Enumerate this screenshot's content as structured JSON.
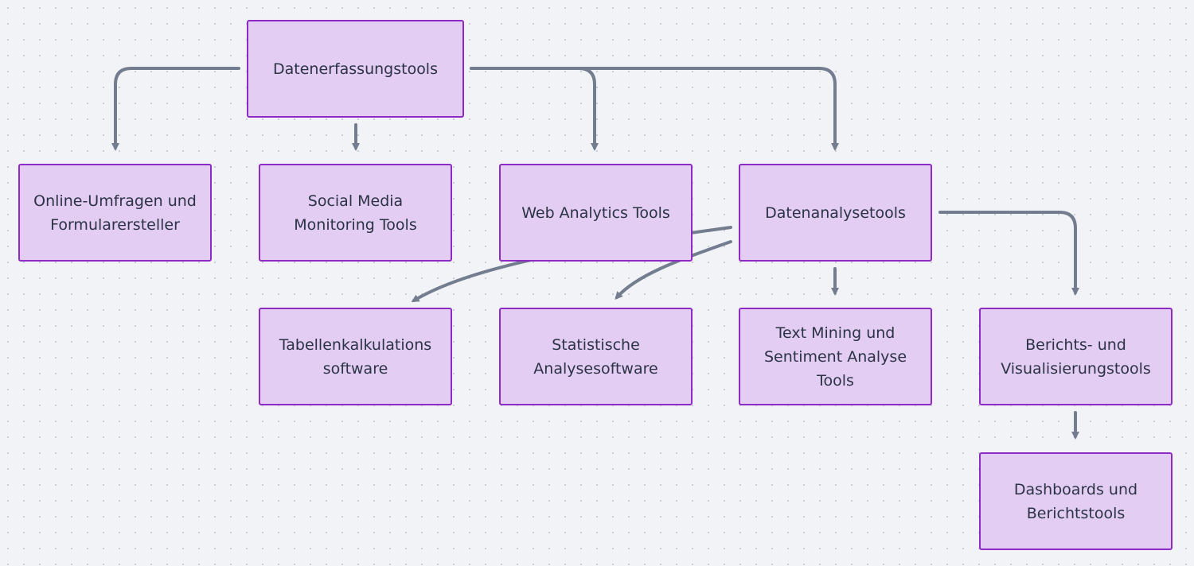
{
  "colors": {
    "background": "#f1f3f6",
    "node_fill": "#e3cdf3",
    "node_border": "#8e2bc4",
    "edge": "#737d8f",
    "text": "#2b3345"
  },
  "nodes": {
    "datenerfassung": "Datenerfassungstools",
    "umfragen": "Online-Umfragen und\nFormularersteller",
    "social": "Social Media\nMonitoring Tools",
    "web": "Web Analytics Tools",
    "datenanalyse": "Datenanalysetools",
    "tabellen": "Tabellenkalkulations\nsoftware",
    "statistik": "Statistische\nAnalysesoftware",
    "textmining": "Text Mining und\nSentiment Analyse\nTools",
    "bericht": "Berichts- und\nVisualisierungstools",
    "dashboards": "Dashboards und\nBerichtstools"
  },
  "edges": [
    {
      "from": "datenerfassung",
      "to": "umfragen"
    },
    {
      "from": "datenerfassung",
      "to": "social"
    },
    {
      "from": "datenerfassung",
      "to": "web"
    },
    {
      "from": "datenerfassung",
      "to": "datenanalyse"
    },
    {
      "from": "datenanalyse",
      "to": "tabellen"
    },
    {
      "from": "datenanalyse",
      "to": "statistik"
    },
    {
      "from": "datenanalyse",
      "to": "textmining"
    },
    {
      "from": "datenanalyse",
      "to": "bericht"
    },
    {
      "from": "bericht",
      "to": "dashboards"
    }
  ]
}
